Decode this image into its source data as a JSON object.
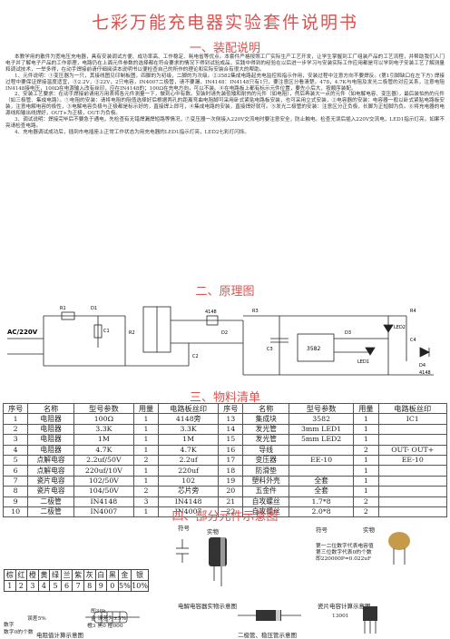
{
  "title": "七彩万能充电器实验套件说明书",
  "sections": {
    "s1": "一、装配说明",
    "s2": "二、原理图",
    "s3": "三、物料清单",
    "s4": "四、部分元件示意图"
  },
  "paragraphs": [
    "本教学用的散件为宽电压充电器，具有安装调试方便、成功率高、工作稳定、耗电省等优点。本套件严格按照工厂实际生产工艺开发，让学生掌握到工厂组装产品的工艺流程，并帮助我们人门电子并了解电子产品的工作原理，电路仍在上面元件参数的选择都在符合要求的情况下得到试验成品，实践中得到的经验在以后进一步学习与安装实际工作应用都是可以学到电子安装工艺了解测量和调试技术，一举多得，在动手焊接前请仔细阅读本说明书以便检查自己的所作的理论和实际安装合有很大的帮助。",
    "1、元件说明：①变压器为一只，其接线图见印制板图，四脚的为初级，二脚的为次级。②3582集成电路起充电监控和指示作用，安装过程中注意方向不要焊反。(第1引脚缺口在左下方) 焊接过程中要保证焊接温度适宜，③2.2V，③22V，2只电容，IN4007二极管，请不要漏，IN4148：IN4148只有1只，要注意区分看清楚。478，4.7K与电阻及发光二极管的对应关系，注意电阻IN4148接电压，100Ω在电源输入改有丝印，应在IN4148的；100Ω在充电方向，可以不装。④在电路板上都有标示元件位置，要先小后大，按顺序装配。",
    "2、安装工艺要求：在动手焊接前请用万用表将各元件测量一下，做到心中有数。安装时请先装低矮和耐热的元件（如电阻），然后再装大一点的元件（如电解电容、变压器），最后装怕热的元件（如三极管、集成电路）。①电阻的安装：请将电阻的阻值选择好后根据两孔的距离弯曲电阻脚可采用卧式紧贴电路板安装，也可采用立式安装，②电容器的安装：电容器一般以卧式紧贴电路板安装，注意电解电容的极性，③电解电容负极与正极都是标示好的，直接焊上即可，④集成电路的安装，直接焊好就可。⑤发光二极管的安装：注意区分正负极，长脚为正短脚为负。⑥将充电器的电源线和输出线焊好，OUT+为正极，OUT-为负极。",
    "3、调试说明：焊接完毕后不要急于通电，先检查有无错焊漏焊短路等情况，⑦变压器一次侧接入220V交流电时要注意安全，防止触电。检查无误后插入220V交流电，LED1指示灯亮，如果不亮请检查电路。",
    "4、充电器调试成功后，插到市电插座上正常工作状态为用充电器的LED1指示灯亮，LED2七彩灯闪烁。"
  ],
  "bom": {
    "headers": [
      "序号",
      "名称",
      "型号参数",
      "用量",
      "电路板丝印",
      "序号",
      "名称",
      "型号参数",
      "用量",
      "电路板丝印"
    ],
    "rows": [
      [
        "1",
        "电阻器",
        "100Ω",
        "1",
        "4148旁",
        "13",
        "集成块",
        "3582",
        "1",
        "IC1"
      ],
      [
        "2",
        "电阻器",
        "3.3K",
        "1",
        "3.3K",
        "14",
        "发光管",
        "3mm LED1",
        "1",
        ""
      ],
      [
        "3",
        "电阻器",
        "1M",
        "1",
        "1M",
        "15",
        "发光管",
        "5mm LED2",
        "1",
        ""
      ],
      [
        "4",
        "电阻器",
        "4.7K",
        "1",
        "4.7K",
        "16",
        "导线",
        "",
        "2",
        "OUT- OUT+"
      ],
      [
        "5",
        "点解电容",
        "2.2uf/50V",
        "2",
        "2.2uf",
        "17",
        "变压器",
        "EE-10",
        "1",
        "EE-10"
      ],
      [
        "6",
        "点解电容",
        "220uf/10V",
        "1",
        "220uf",
        "18",
        "防滑垫",
        "",
        "1",
        ""
      ],
      [
        "7",
        "瓷片电容",
        "102/50V",
        "1",
        "102",
        "19",
        "塑料外壳",
        "全套",
        "1",
        ""
      ],
      [
        "8",
        "瓷片电容",
        "104/50V",
        "2",
        "芯片旁",
        "20",
        "五金件",
        "全套",
        "1",
        ""
      ],
      [
        "9",
        "二极管",
        "IN4148",
        "3",
        "IN4148",
        "21",
        "自攻螺丝",
        "1.7*8",
        "2",
        ""
      ],
      [
        "10",
        "二极管",
        "IN4007",
        "1",
        "IN4007",
        "22",
        "自攻螺丝",
        "2.0*8",
        "2",
        ""
      ]
    ]
  },
  "schematic": {
    "ac_label": "AC/220V",
    "labels": [
      "R1",
      "D1",
      "C1",
      "R2",
      "C2",
      "4148",
      "D2",
      "R3",
      "C3",
      "3582",
      "D3",
      "LED1",
      "LED2",
      "R4",
      "C4",
      "D4",
      "4148"
    ]
  },
  "color_code": {
    "names": [
      "棕",
      "红",
      "橙",
      "黄",
      "绿",
      "兰",
      "紫",
      "灰",
      "白",
      "黑",
      "金",
      "银"
    ],
    "digits": [
      "1",
      "2",
      "3",
      "4",
      "5",
      "6",
      "7",
      "8",
      "9",
      "0",
      "5%",
      "10%"
    ]
  },
  "bottom_labels": {
    "resistor_caption": "电阻值计算示意图",
    "symbol_label": "符号",
    "real_label": "实物",
    "electrolytic_caption": "电解电容器实物示意图",
    "ceramic_caption": "瓷片电容计算示意图",
    "diode_caption": "二极管、稳压管示意图",
    "ceramic_note1": "第一二位数字代表电容值",
    "ceramic_note2": "第三位数字代表0的个数",
    "ceramic_note3": "即220000P=0.022uF",
    "res_note1": "即30k",
    "res_note2": "误差5%",
    "res_note3": "数字",
    "res_note4": "数字0的个数",
    "res_note5": "金 误差为±5%",
    "res_note6": "橙3 黑0 橙000",
    "symbol_label2": "符号",
    "real_label2": "实物",
    "chip_label": "13001"
  }
}
